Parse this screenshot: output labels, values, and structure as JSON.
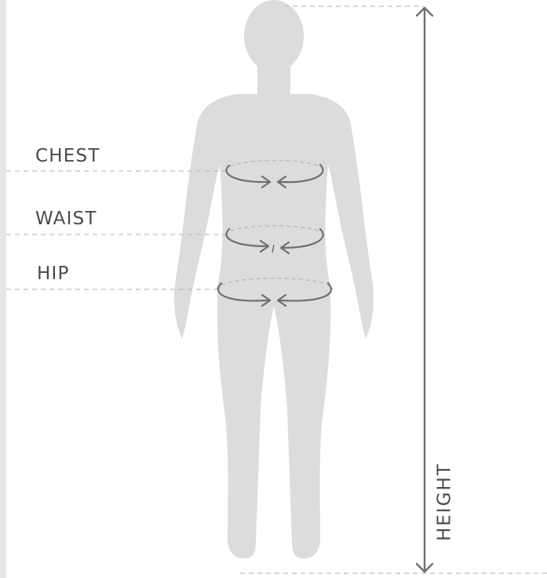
{
  "labels": {
    "chest": "CHEST",
    "waist": "WAIST",
    "hip": "HIP",
    "height": "HEIGHT"
  },
  "colors": {
    "silhouette": "#dcdcdc",
    "text": "#4a4a4a",
    "arrow": "#6e6e6e",
    "dashed": "#bdbdbd",
    "left_strip": "#e6e6e6"
  }
}
